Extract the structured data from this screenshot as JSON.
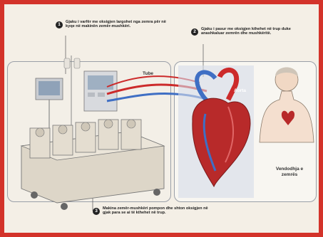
{
  "callouts": [
    {
      "number": "1",
      "text": "Gjaku i varfër me oksigjen largohet nga zemra për në kyqe në makinën zemër-mushkëri."
    },
    {
      "number": "2",
      "text": "Gjaku i pasur me oksigjen kthehet në trup duke anashkaluar zemrën dhe mushkëritë."
    },
    {
      "number": "3",
      "text": "Makina zemër-mushkëri pompon dhe shton oksigjen në gjak para se ai të kthehet në trup."
    }
  ],
  "labels": {
    "tube": "Tube",
    "aorta": "Aorta",
    "heart_location": "Vendodhja e zemrës"
  },
  "colors": {
    "border": "#d3332a",
    "oxygen_rich": "#cc2a2a",
    "oxygen_poor": "#3f6fc4"
  }
}
